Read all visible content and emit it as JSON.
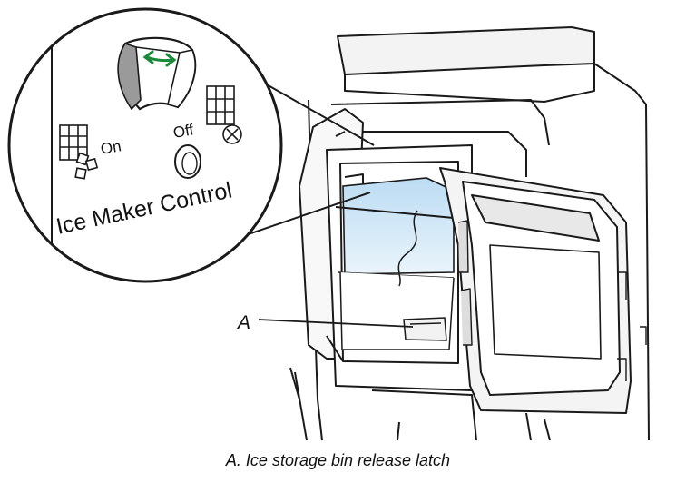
{
  "figure": {
    "callout": {
      "title": "Ice Maker Control",
      "on_label": "On",
      "off_label": "Off"
    },
    "part_label": "A",
    "caption": "A. Ice storage bin release latch",
    "colors": {
      "arrow": "#1a8a3a",
      "ice_tint": "#cfe6f7",
      "line": "#1a1a1a",
      "knob_shade": "#9a9a9a"
    }
  }
}
